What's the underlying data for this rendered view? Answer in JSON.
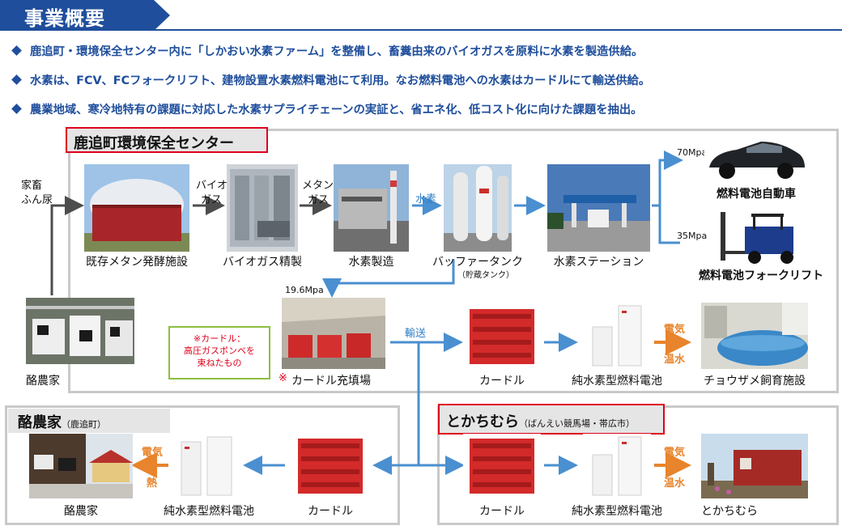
{
  "header": {
    "title": "事業概要"
  },
  "bullets": [
    "鹿追町・環境保全センター内に「しかおい水素ファーム」を整備し、畜糞由来のバイオガスを原料に水素を製造供給。",
    "水素は、FCV、FCフォークリフト、建物設置水素燃料電池にて利用。なお燃料電池への水素はカードルにて輸送供給。",
    "農業地域、寒冷地特有の課題に対応した水素サプライチェーンの実証と、省エネ化、低コスト化に向けた課題を抽出。"
  ],
  "groups": {
    "center": {
      "title": "鹿追町環境保全センター"
    },
    "dairy_farm": {
      "title": "酪農家",
      "subtitle": "（鹿追町）"
    },
    "tokachi": {
      "title": "とかちむら",
      "subtitle": "（ばんえい競馬場・帯広市）"
    }
  },
  "flow_labels": {
    "livestock_line1": "家畜",
    "livestock_line2": "ふん尿",
    "biogas_line1": "バイオ",
    "biogas_line2": "ガス",
    "methane_line1": "メタン",
    "methane_line2": "ガス",
    "hydrogen": "水素",
    "p70": "70Mpa",
    "p35": "35Mpa",
    "p19": "19.6Mpa",
    "transport": "輸送",
    "electricity": "電気",
    "hot_water": "温水",
    "heat": "熱"
  },
  "nodes": {
    "digester": "既存メタン発酵施設",
    "biogas_refine": "バイオガス精製",
    "h2_production": "水素製造",
    "buffer_tank": "バッファータンク",
    "buffer_tank_sub": "（貯蔵タンク）",
    "h2_station": "水素ステーション",
    "fcv": "燃料電池自動車",
    "forklift": "燃料電池フォークリフト",
    "dairy_source": "酪農家",
    "curdle_filling": "カードル充填場",
    "curdle_filling_mark": "※",
    "curdle_1": "カードル",
    "fuel_cell_1": "純水素型燃料電池",
    "sturgeon": "チョウザメ飼育施設",
    "dairy_dest": "酪農家",
    "fuel_cell_2": "純水素型燃料電池",
    "curdle_2": "カードル",
    "curdle_3": "カードル",
    "fuel_cell_3": "純水素型燃料電池",
    "tokachi_dest": "とかちむら"
  },
  "note": {
    "line1": "※カードル：",
    "line2": "高圧ガスボンベを",
    "line3": "束ねたもの"
  },
  "colors": {
    "header_blue": "#1f4e9c",
    "arrow_blue": "#4a8fd0",
    "arrow_dark": "#4d4d4d",
    "arrow_orange": "#e8842b",
    "highlight_red": "#e0001b",
    "frame_gray": "#c9c9c9",
    "note_green": "#8cbf3f"
  }
}
